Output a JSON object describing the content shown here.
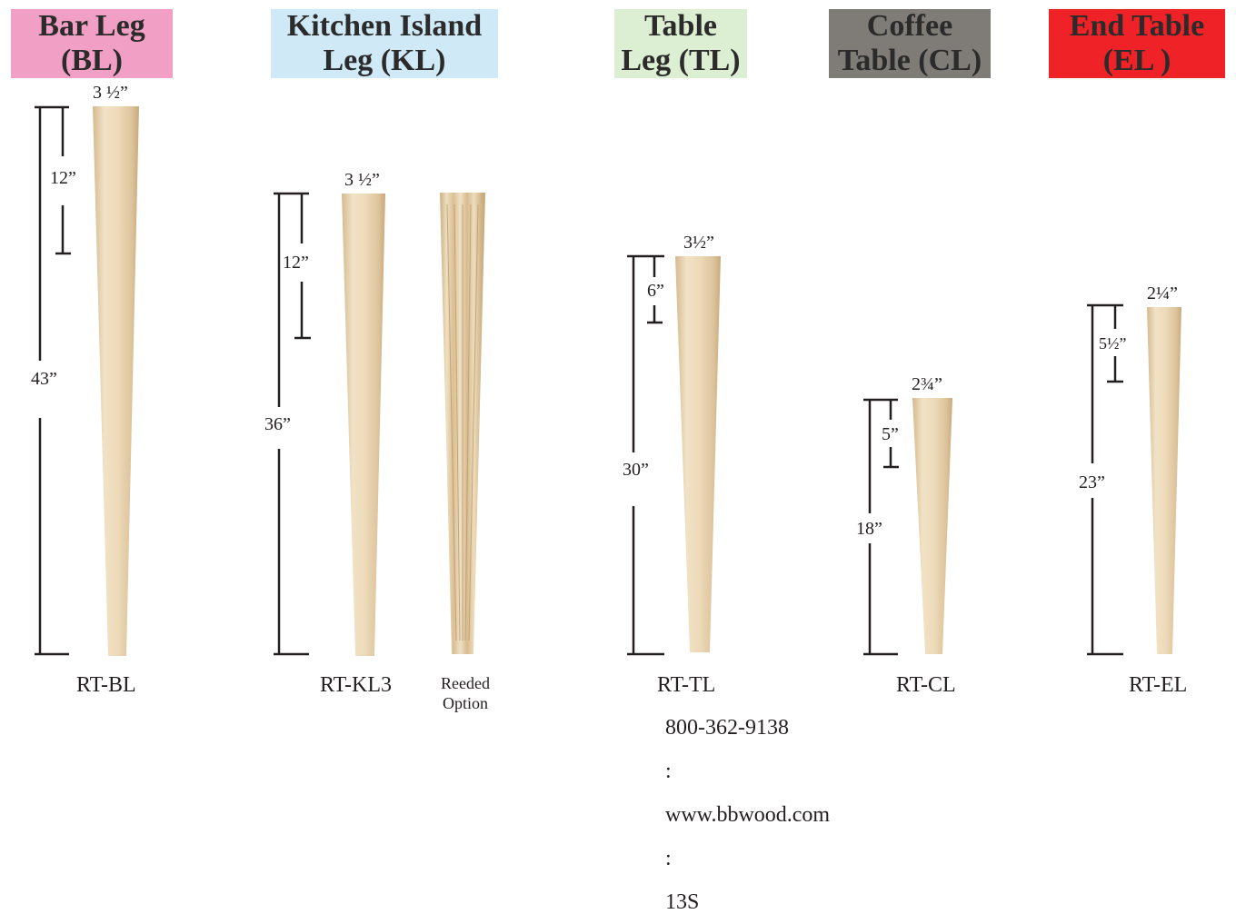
{
  "headers": [
    {
      "line1": "Bar Leg",
      "line2": "(BL)",
      "bg": "#f19fc4",
      "color": "#2b2b2b"
    },
    {
      "line1": "Kitchen Island",
      "line2": "Leg (KL)",
      "bg": "#cfe9f7",
      "color": "#2b2b2b"
    },
    {
      "line1": "Table",
      "line2": "Leg (TL)",
      "bg": "#dcefd3",
      "color": "#2b2b2b"
    },
    {
      "line1": "Coffee",
      "line2": "Table (CL)",
      "bg": "#7f7b77",
      "color": "#2b2b2b"
    },
    {
      "line1": "End Table",
      "line2": "(EL )",
      "bg": "#ee2227",
      "color": "#2b2b2b"
    }
  ],
  "legs": {
    "bl": {
      "top_width": "3 ½”",
      "taper": "12”",
      "height": "43”",
      "code": "RT-BL"
    },
    "kl": {
      "top_width": "3 ½”",
      "taper": "12”",
      "height": "36”",
      "code": "RT-KL3",
      "option_line1": "Reeded",
      "option_line2": "Option"
    },
    "tl": {
      "top_width": "3½”",
      "taper": "6”",
      "height": "30”",
      "code": "RT-TL"
    },
    "cl": {
      "top_width": "2¾”",
      "taper": "5”",
      "height": "18”",
      "code": "RT-CL"
    },
    "el": {
      "top_width": "2¼”",
      "taper": "5½”",
      "height": "23”",
      "code": "RT-EL"
    }
  },
  "footer": {
    "phone": "800-362-9138",
    "sep": ":",
    "website": "www.bbwood.com",
    "page": "13S"
  },
  "colors": {
    "wood_light": "#f2e3c8",
    "wood_mid": "#e6cfa6",
    "wood_dark": "#c9aa7c",
    "line": "#231f20"
  }
}
